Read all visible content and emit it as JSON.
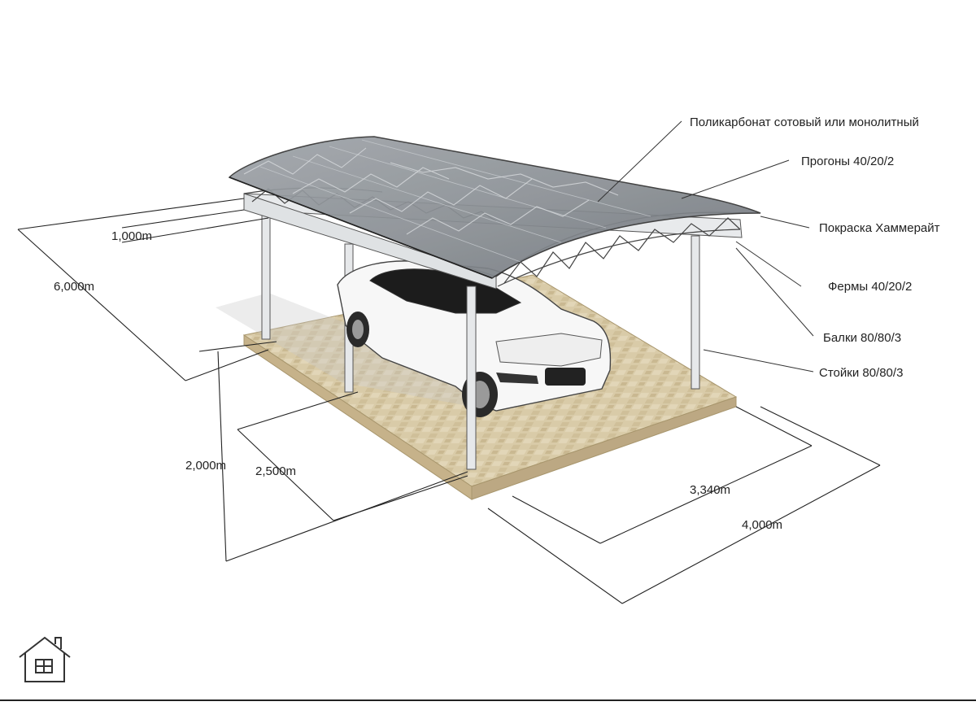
{
  "labels": {
    "polycarbonate": "Поликарбонат сотовый или монолитный",
    "purlins": "Прогоны 40/20/2",
    "paint": "Покраска Хаммерайт",
    "trusses": "Фермы 40/20/2",
    "beams": "Балки 80/80/3",
    "posts": "Стойки 80/80/3"
  },
  "dimensions": {
    "overhang": "1,000m",
    "total_length": "6,000m",
    "height": "2,000m",
    "post_spacing": "2,500m",
    "inner_width": "3,340m",
    "total_width": "4,000m"
  },
  "colors": {
    "roof": "#8f9499",
    "floor": "#d8c9a6",
    "floor_edge": "#b9a77f",
    "post": "#e6e8ea"
  },
  "icons": {
    "logo": "house-icon"
  }
}
